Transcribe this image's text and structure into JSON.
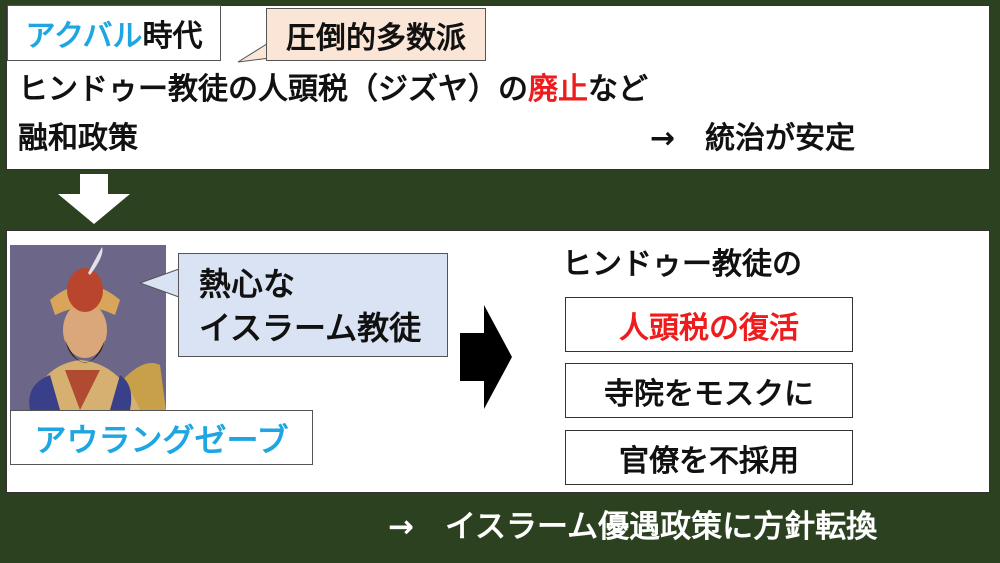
{
  "akbar": {
    "title_name": "アクバル",
    "title_suffix": "時代",
    "callout": "圧倒的多数派",
    "line1_pre": "ヒンドゥー教徒の人頭税（ジズヤ）の",
    "line1_red": "廃止",
    "line1_post": "など",
    "line2": "融和政策",
    "result": "→　統治が安定"
  },
  "aurangzeb": {
    "name": "アウラングゼーブ",
    "callout_line1": "熱心な",
    "callout_line2": "イスラーム教徒",
    "policy_heading": "ヒンドゥー教徒の",
    "policies": [
      "人頭税の復活",
      "寺院をモスクに",
      "官僚を不採用"
    ],
    "conclusion": "→　イスラーム優遇政策に方針転換"
  },
  "colors": {
    "background": "#2b4120",
    "accent_red": "#ee1c1c",
    "accent_cyan": "#1ea6e2",
    "callout_peach": "#fbe5d6",
    "callout_blue": "#dae3f3"
  }
}
